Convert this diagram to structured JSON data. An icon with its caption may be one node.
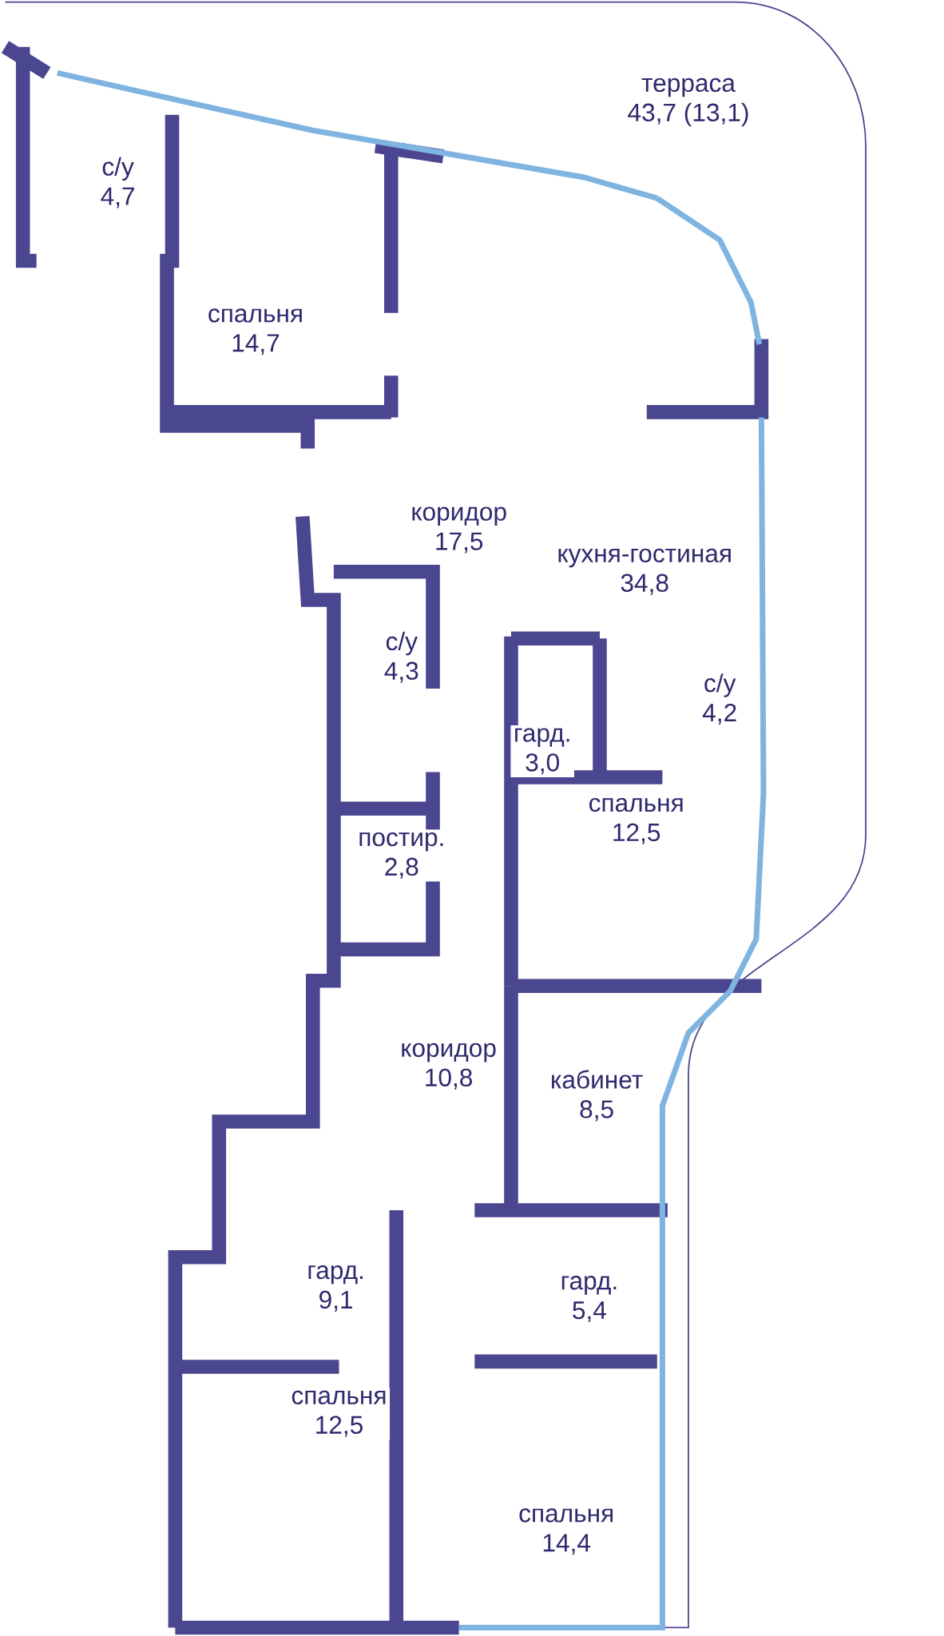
{
  "diagram": {
    "nodes": [
      {
        "text": [
          "терраса",
          "43,7 (13,1)"
        ]
      },
      {
        "text": [
          "с/у",
          "4,7"
        ]
      },
      {
        "text": [
          "спальня",
          "14,7"
        ]
      },
      {
        "text": [
          "коридор",
          "17,5"
        ]
      },
      {
        "text": [
          "кухня-гостиная",
          "34,8"
        ]
      },
      {
        "text": [
          "с/у",
          "4,3"
        ]
      },
      {
        "text": [
          "с/у",
          "4,2"
        ]
      },
      {
        "text": [
          "гард.",
          "3,0"
        ]
      },
      {
        "text": [
          "спальня",
          "12,5"
        ]
      },
      {
        "text": [
          "постир.",
          "2,8"
        ]
      },
      {
        "text": [
          "коридор",
          "10,8"
        ]
      },
      {
        "text": [
          "кабинет",
          "8,5"
        ]
      },
      {
        "text": [
          "гард.",
          "9,1"
        ]
      },
      {
        "text": [
          "гард.",
          "5,4"
        ]
      },
      {
        "text": [
          "спальня",
          "12,5"
        ]
      },
      {
        "text": [
          "спальня",
          "14,4"
        ]
      }
    ]
  }
}
